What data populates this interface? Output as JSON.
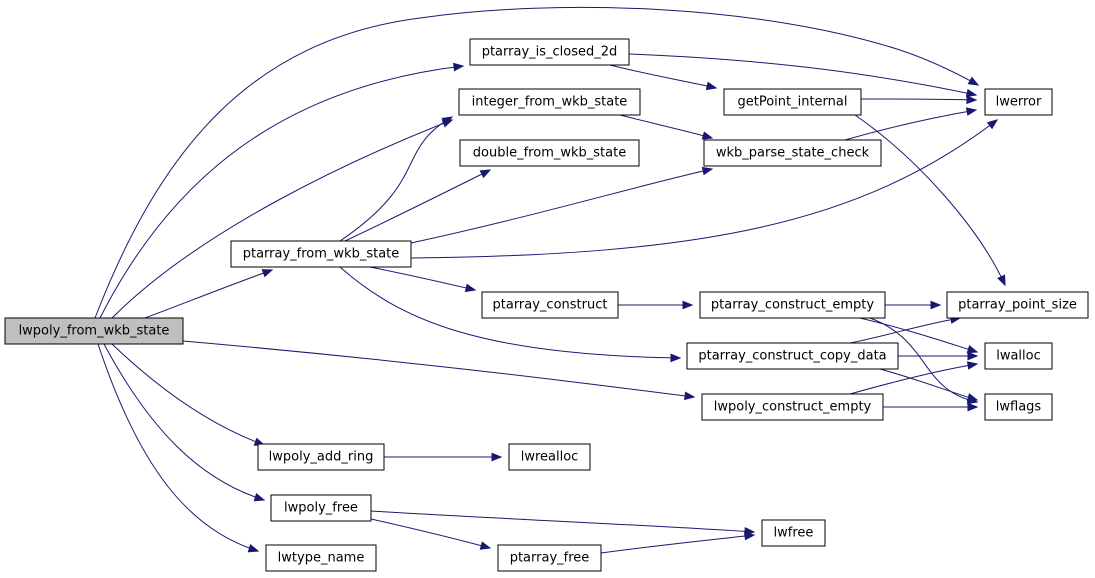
{
  "graph": {
    "root": "lwpoly_from_wkb_state",
    "nodes": {
      "lwpoly_from_wkb_state": "lwpoly_from_wkb_state",
      "ptarray_is_closed_2d": "ptarray_is_closed_2d",
      "lwerror": "lwerror",
      "getPoint_internal": "getPoint_internal",
      "integer_from_wkb_state": "integer_from_wkb_state",
      "double_from_wkb_state": "double_from_wkb_state",
      "wkb_parse_state_check": "wkb_parse_state_check",
      "ptarray_from_wkb_state": "ptarray_from_wkb_state",
      "ptarray_construct": "ptarray_construct",
      "ptarray_construct_empty": "ptarray_construct_empty",
      "ptarray_point_size": "ptarray_point_size",
      "ptarray_construct_copy_data": "ptarray_construct_copy_data",
      "lwalloc": "lwalloc",
      "lwpoly_construct_empty": "lwpoly_construct_empty",
      "lwflags": "lwflags",
      "lwpoly_add_ring": "lwpoly_add_ring",
      "lwrealloc": "lwrealloc",
      "lwpoly_free": "lwpoly_free",
      "lwfree": "lwfree",
      "ptarray_free": "ptarray_free",
      "lwtype_name": "lwtype_name"
    },
    "edges": [
      [
        "lwpoly_from_wkb_state",
        "lwerror"
      ],
      [
        "lwpoly_from_wkb_state",
        "ptarray_is_closed_2d"
      ],
      [
        "lwpoly_from_wkb_state",
        "integer_from_wkb_state"
      ],
      [
        "lwpoly_from_wkb_state",
        "ptarray_from_wkb_state"
      ],
      [
        "lwpoly_from_wkb_state",
        "lwpoly_construct_empty"
      ],
      [
        "lwpoly_from_wkb_state",
        "lwpoly_add_ring"
      ],
      [
        "lwpoly_from_wkb_state",
        "lwpoly_free"
      ],
      [
        "lwpoly_from_wkb_state",
        "lwtype_name"
      ],
      [
        "ptarray_is_closed_2d",
        "lwerror"
      ],
      [
        "ptarray_is_closed_2d",
        "getPoint_internal"
      ],
      [
        "getPoint_internal",
        "lwerror"
      ],
      [
        "getPoint_internal",
        "ptarray_point_size"
      ],
      [
        "integer_from_wkb_state",
        "wkb_parse_state_check"
      ],
      [
        "wkb_parse_state_check",
        "lwerror"
      ],
      [
        "ptarray_from_wkb_state",
        "integer_from_wkb_state"
      ],
      [
        "ptarray_from_wkb_state",
        "double_from_wkb_state"
      ],
      [
        "ptarray_from_wkb_state",
        "wkb_parse_state_check"
      ],
      [
        "ptarray_from_wkb_state",
        "lwerror"
      ],
      [
        "ptarray_from_wkb_state",
        "ptarray_construct"
      ],
      [
        "ptarray_from_wkb_state",
        "ptarray_construct_copy_data"
      ],
      [
        "ptarray_construct",
        "ptarray_construct_empty"
      ],
      [
        "ptarray_construct_empty",
        "ptarray_point_size"
      ],
      [
        "ptarray_construct_empty",
        "lwalloc"
      ],
      [
        "ptarray_construct_empty",
        "lwflags"
      ],
      [
        "ptarray_construct_copy_data",
        "ptarray_point_size"
      ],
      [
        "ptarray_construct_copy_data",
        "lwalloc"
      ],
      [
        "ptarray_construct_copy_data",
        "lwflags"
      ],
      [
        "lwpoly_construct_empty",
        "lwalloc"
      ],
      [
        "lwpoly_construct_empty",
        "lwflags"
      ],
      [
        "lwpoly_add_ring",
        "lwrealloc"
      ],
      [
        "lwpoly_free",
        "lwfree"
      ],
      [
        "lwpoly_free",
        "ptarray_free"
      ],
      [
        "ptarray_free",
        "lwfree"
      ]
    ],
    "colors": {
      "edge": "#191970",
      "root_fill": "#bfbfbf",
      "node_fill": "#ffffff",
      "node_border": "#000000"
    }
  }
}
